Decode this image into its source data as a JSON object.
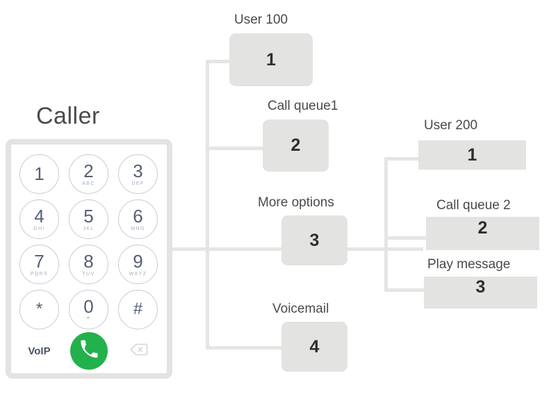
{
  "diagram": {
    "title": "Caller",
    "type": "ivr-call-flow-tree"
  },
  "caller": {
    "title": "Caller",
    "keypad": {
      "keys": [
        {
          "digit": "1",
          "sub": ""
        },
        {
          "digit": "2",
          "sub": "ABC"
        },
        {
          "digit": "3",
          "sub": "DEF"
        },
        {
          "digit": "4",
          "sub": "GHI"
        },
        {
          "digit": "5",
          "sub": "JKL"
        },
        {
          "digit": "6",
          "sub": "MNO"
        },
        {
          "digit": "7",
          "sub": "PQRS"
        },
        {
          "digit": "8",
          "sub": "TUV"
        },
        {
          "digit": "9",
          "sub": "WXYZ"
        },
        {
          "digit": "*",
          "sub": ""
        },
        {
          "digit": "0",
          "sub": "+"
        },
        {
          "digit": "#",
          "sub": ""
        }
      ]
    },
    "voip_label": "VoIP",
    "call_icon": "phone-handset-icon",
    "backspace_icon": "backspace-icon",
    "call_button_color": "#22b14c"
  },
  "tree": {
    "level1": [
      {
        "label": "User 100",
        "number": "1"
      },
      {
        "label": "Call queue1",
        "number": "2"
      },
      {
        "label": "More options",
        "number": "3"
      },
      {
        "label": "Voicemail",
        "number": "4"
      }
    ],
    "level2": [
      {
        "label": "User 200",
        "number": "1"
      },
      {
        "label": "Call queue 2",
        "number": "2"
      },
      {
        "label": "Play message",
        "number": "3"
      }
    ]
  },
  "colors": {
    "box_fill": "#e3e3e1",
    "line": "#e5e5e3",
    "text": "#4a4a4a",
    "number": "#2e2e2e",
    "key_digit": "#555f74",
    "key_sub": "#a7adbb",
    "accent_green": "#22b14c"
  }
}
